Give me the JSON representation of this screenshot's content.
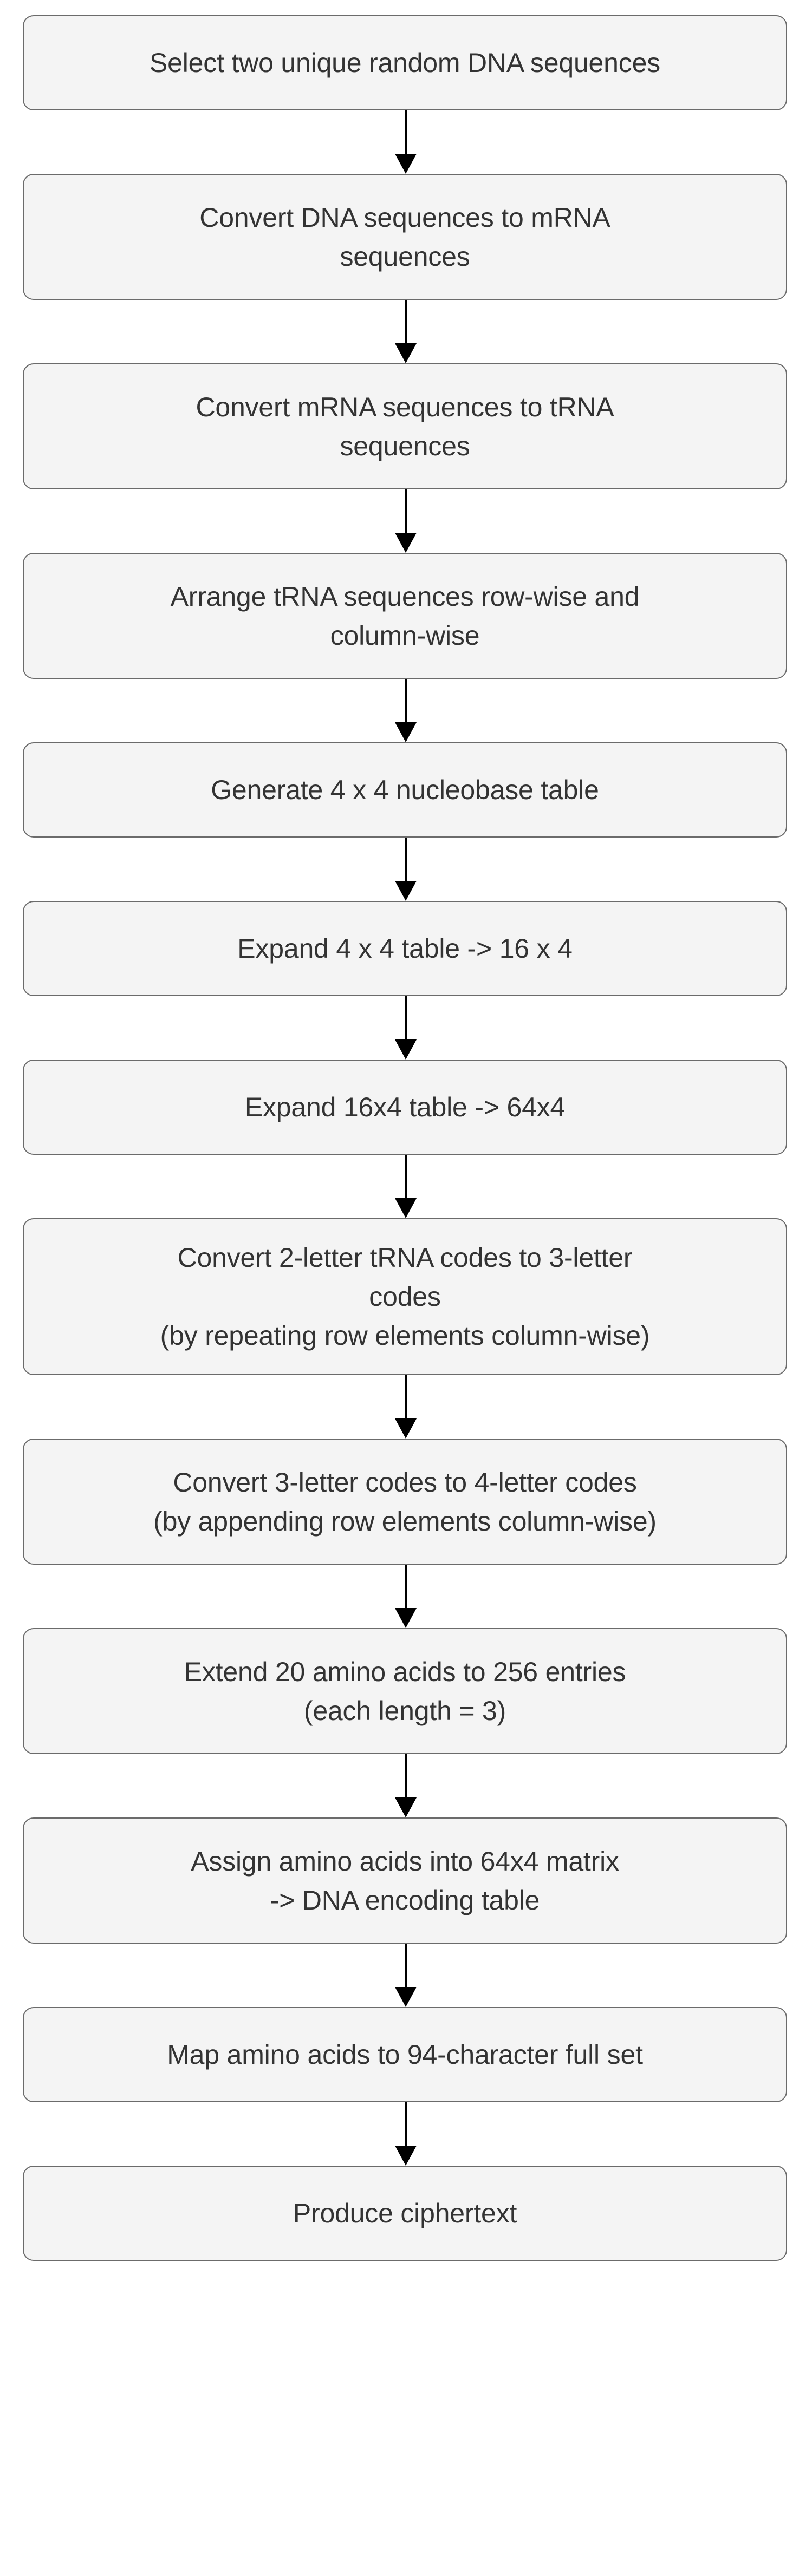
{
  "diagram": {
    "type": "flowchart",
    "orientation": "top-to-bottom",
    "title": "DNA-based encryption pipeline flowchart",
    "colors": {
      "background": "#ffffff",
      "node_fill": "#f4f4f4",
      "node_border": "#6b6b6b",
      "node_text": "#333333",
      "arrow": "#000000"
    },
    "nodes": [
      {
        "id": "n1",
        "lines": [
          "Select two unique random DNA sequences"
        ]
      },
      {
        "id": "n2",
        "lines": [
          "Convert DNA sequences to mRNA",
          "sequences"
        ]
      },
      {
        "id": "n3",
        "lines": [
          "Convert mRNA sequences to tRNA",
          "sequences"
        ]
      },
      {
        "id": "n4",
        "lines": [
          "Arrange tRNA sequences row-wise and",
          "column-wise"
        ]
      },
      {
        "id": "n5",
        "lines": [
          "Generate 4 x 4 nucleobase table"
        ]
      },
      {
        "id": "n6",
        "lines": [
          "Expand 4 x 4 table -> 16 x 4"
        ]
      },
      {
        "id": "n7",
        "lines": [
          "Expand 16x4 table -> 64x4"
        ]
      },
      {
        "id": "n8",
        "lines": [
          "Convert 2-letter tRNA codes to 3-letter",
          "codes",
          "(by repeating row elements column-wise)"
        ]
      },
      {
        "id": "n9",
        "lines": [
          "Convert 3-letter codes to 4-letter codes",
          "(by appending row elements column-wise)"
        ]
      },
      {
        "id": "n10",
        "lines": [
          "Extend 20 amino acids to 256 entries",
          "(each length = 3)"
        ]
      },
      {
        "id": "n11",
        "lines": [
          "Assign amino acids into 64x4 matrix",
          "-> DNA encoding table"
        ]
      },
      {
        "id": "n12",
        "lines": [
          "Map amino acids to 94-character full set"
        ]
      },
      {
        "id": "n13",
        "lines": [
          "Produce ciphertext"
        ]
      }
    ],
    "edges": [
      {
        "from": "n1",
        "to": "n2",
        "label": ""
      },
      {
        "from": "n2",
        "to": "n3",
        "label": ""
      },
      {
        "from": "n3",
        "to": "n4",
        "label": ""
      },
      {
        "from": "n4",
        "to": "n5",
        "label": ""
      },
      {
        "from": "n5",
        "to": "n6",
        "label": ""
      },
      {
        "from": "n6",
        "to": "n7",
        "label": ""
      },
      {
        "from": "n7",
        "to": "n8",
        "label": ""
      },
      {
        "from": "n8",
        "to": "n9",
        "label": ""
      },
      {
        "from": "n9",
        "to": "n10",
        "label": ""
      },
      {
        "from": "n10",
        "to": "n11",
        "label": ""
      },
      {
        "from": "n11",
        "to": "n12",
        "label": ""
      },
      {
        "from": "n12",
        "to": "n13",
        "label": ""
      }
    ]
  }
}
